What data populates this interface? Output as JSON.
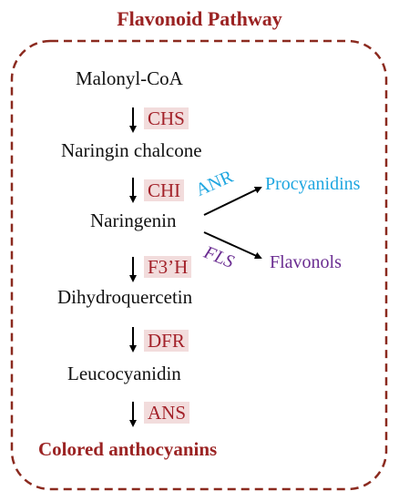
{
  "title": "Flavonoid Pathway",
  "compounds": {
    "malonyl": "Malonyl-CoA",
    "chalcone": "Naringin chalcone",
    "naringenin": "Naringenin",
    "dihydroquercetin": "Dihydroquercetin",
    "leucocyanidin": "Leucocyanidin",
    "anthocyanins": "Colored anthocyanins"
  },
  "enzymes": {
    "chs": "CHS",
    "chi": "CHI",
    "f3h": "F3’H",
    "dfr": "DFR",
    "ans": "ANS"
  },
  "branches": {
    "upper": {
      "enzyme": "ANR",
      "product": "Procyanidins"
    },
    "lower": {
      "enzyme": "FLS",
      "product": "Flavonols"
    }
  },
  "colors": {
    "title": "#9b2323",
    "enzyme": "#a3222a",
    "enzyme_bg": "#f2dcdc",
    "border": "#8b2a1f",
    "procyanidins": "#1ea6e0",
    "flavonols": "#6a2c91",
    "arrow": "#000000"
  }
}
